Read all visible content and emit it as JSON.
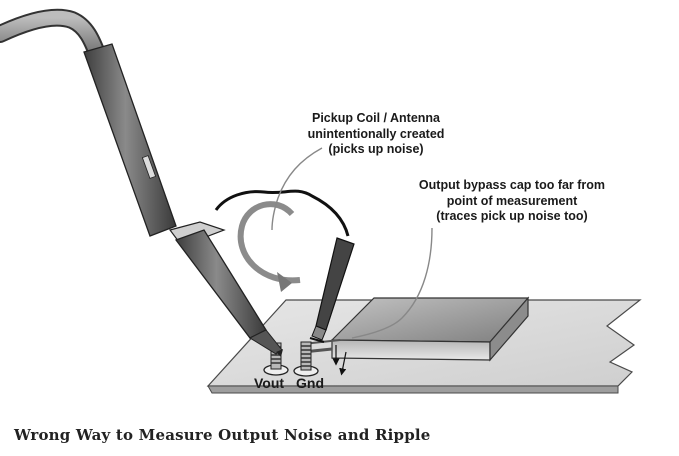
{
  "annotations": {
    "pickup_coil": [
      "Pickup Coil / Antenna",
      "unintentionally created",
      "(picks up noise)"
    ],
    "bypass_cap": [
      "Output bypass cap too far from",
      "point of measurement",
      "(traces pick up noise too)"
    ]
  },
  "pins": {
    "vout": "Vout",
    "gnd": "Gnd"
  },
  "caption": "Wrong Way to Measure Output Noise and Ripple",
  "colors": {
    "probe_body": "#5a5a5a",
    "board": "#dcdcdc",
    "capacitor_top": "#9a9a9a",
    "text": "#1a1a1a"
  },
  "icons": [
    "oscilloscope-probe-icon",
    "ground-clip-icon",
    "circular-arrow-icon"
  ]
}
